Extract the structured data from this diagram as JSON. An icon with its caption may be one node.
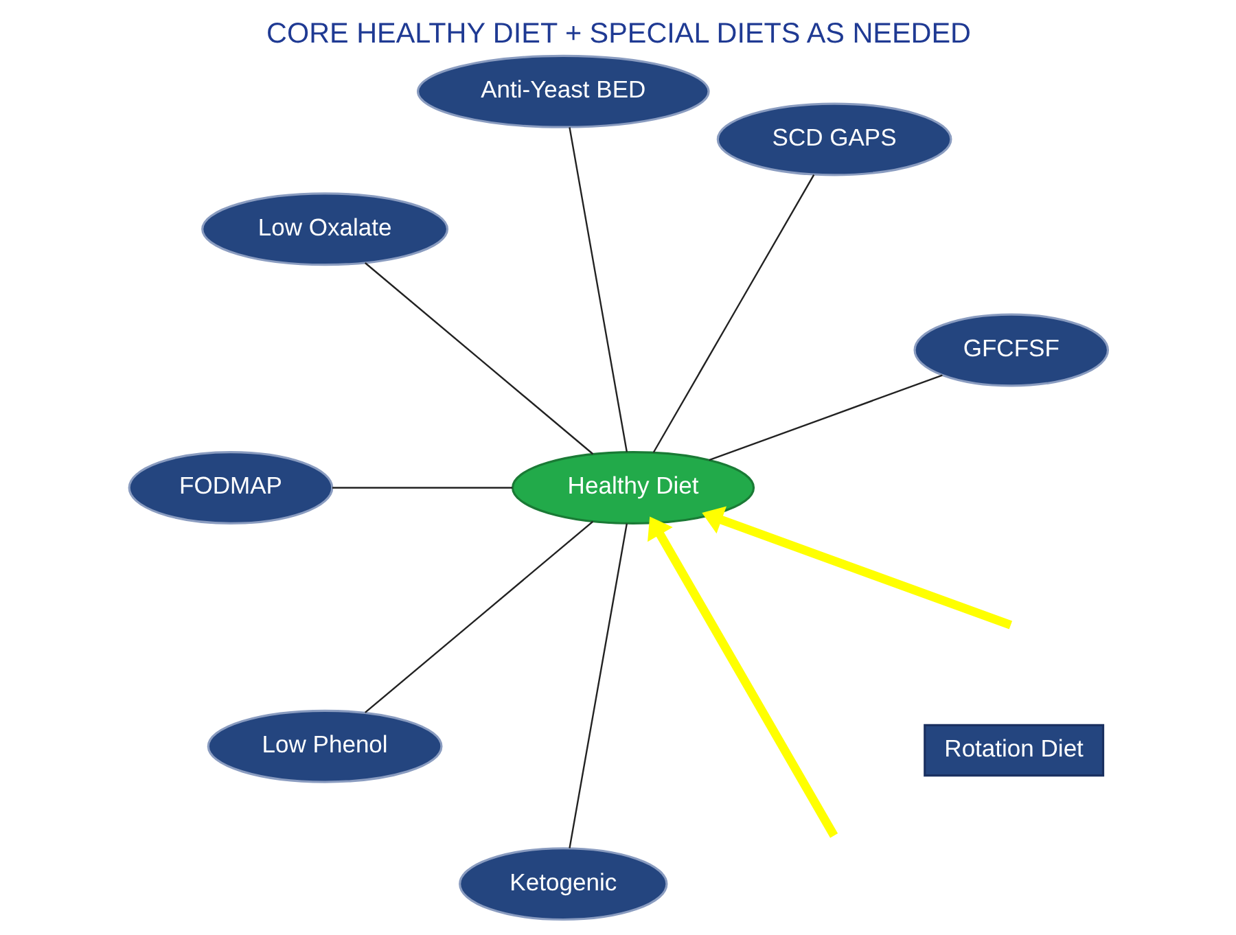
{
  "diagram": {
    "title": "CORE HEALTHY DIET + SPECIAL DIETS AS NEEDED",
    "nodes": [
      {
        "text": [
          "Healthy Diet"
        ]
      },
      {
        "text": [
          "GFCFSF"
        ]
      },
      {
        "text": [
          "SCD GAPS"
        ]
      },
      {
        "text": [
          "Anti-Yeast BED"
        ]
      },
      {
        "text": [
          "Low Oxalate"
        ]
      },
      {
        "text": [
          "FODMAP"
        ]
      },
      {
        "text": [
          "Low Phenol"
        ]
      },
      {
        "text": [
          "Ketogenic"
        ]
      },
      {
        "text": [
          "Rotation Diet"
        ]
      }
    ],
    "edges": [
      {
        "from": 0,
        "to": 1,
        "arrow": "none"
      },
      {
        "from": 0,
        "to": 2,
        "arrow": "none"
      },
      {
        "from": 0,
        "to": 3,
        "arrow": "none"
      },
      {
        "from": 0,
        "to": 4,
        "arrow": "none"
      },
      {
        "from": 0,
        "to": 5,
        "arrow": "none"
      },
      {
        "from": 0,
        "to": 6,
        "arrow": "none"
      },
      {
        "from": 0,
        "to": 7,
        "arrow": "none"
      },
      {
        "from": null,
        "to": 0,
        "arrow": "to",
        "style": "thick",
        "color": "#ffff00"
      },
      {
        "from": null,
        "to": 0,
        "arrow": "to",
        "style": "thick",
        "color": "#ffff00"
      }
    ]
  }
}
